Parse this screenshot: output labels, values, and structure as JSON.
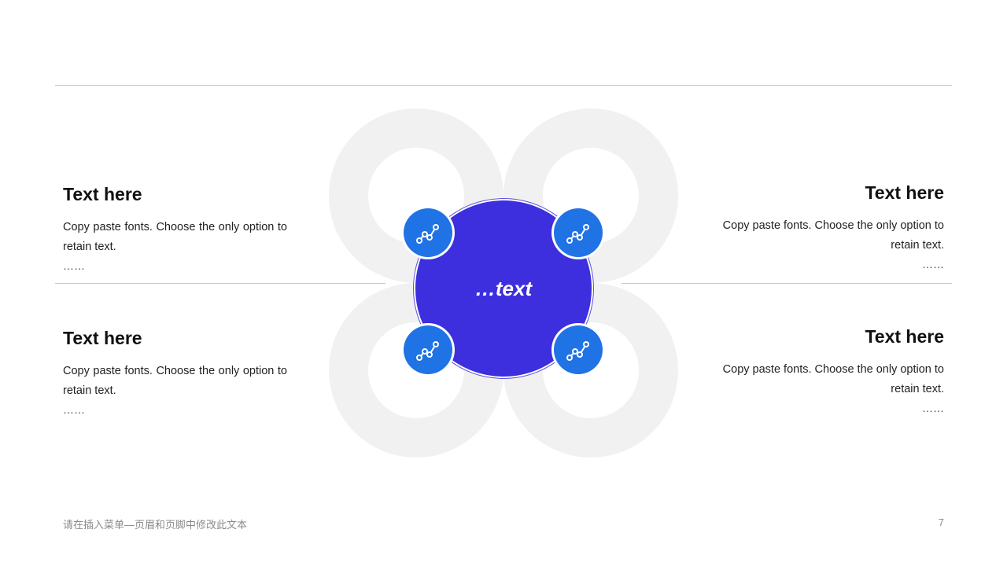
{
  "slide": {
    "center_label": "…text",
    "blocks": [
      {
        "title": "Text here",
        "body": "Copy paste fonts. Choose the only option to retain text.",
        "ellipsis": "……"
      },
      {
        "title": "Text here",
        "body": "Copy paste fonts. Choose the only option to retain text.",
        "ellipsis": "……"
      },
      {
        "title": "Text here",
        "body": "Copy paste fonts. Choose the only option to retain text.",
        "ellipsis": "……"
      },
      {
        "title": "Text here",
        "body": "Copy paste fonts. Choose the only option to retain text.",
        "ellipsis": "……"
      }
    ],
    "icons": [
      "line-chart-icon",
      "line-chart-icon",
      "line-chart-icon",
      "line-chart-icon"
    ],
    "colors": {
      "center": "#3d2ede",
      "badge": "#1f73e5",
      "petal": "#f1f1f1",
      "rule": "#c8c8c8"
    }
  },
  "footer": {
    "text": "请在插入菜单—页眉和页脚中修改此文本",
    "page_number": "7"
  }
}
